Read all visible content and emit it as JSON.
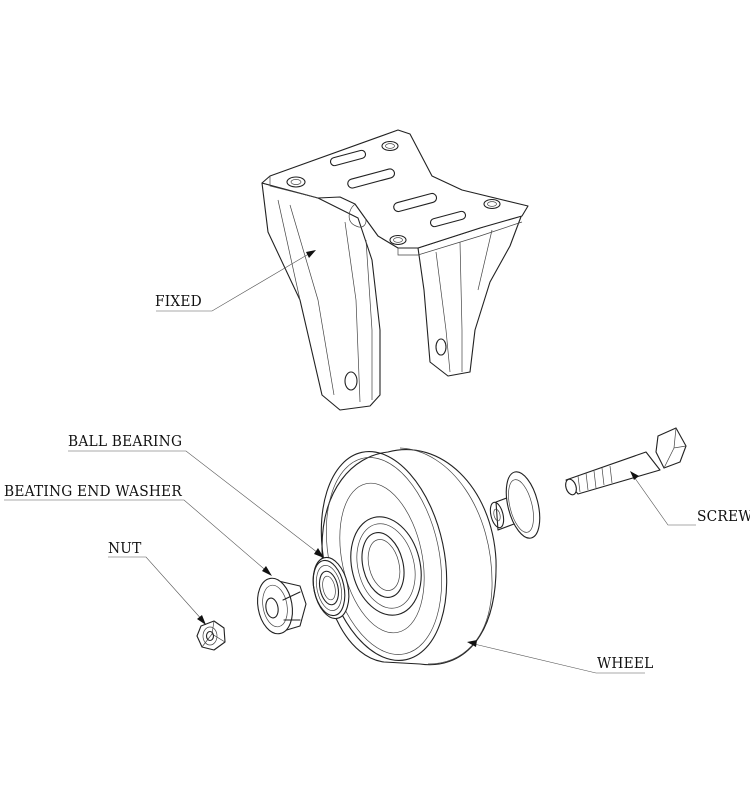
{
  "labels": {
    "fixed": "FIXED",
    "ball_bearing": "BALL BEARING",
    "end_washer": "BEATING END WASHER",
    "nut": "NUT",
    "screw": "SCREW",
    "wheel": "WHEEL"
  }
}
